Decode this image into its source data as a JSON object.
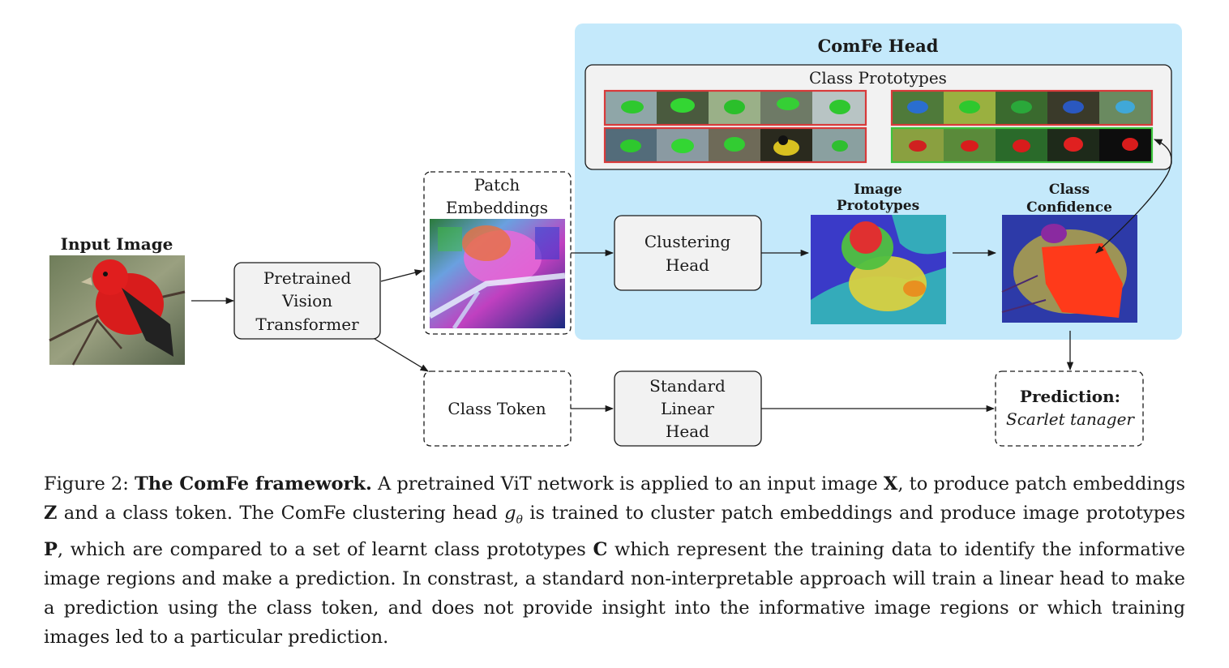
{
  "diagram": {
    "input_image_label": "Input Image",
    "vit_lines": [
      "Pretrained",
      "Vision",
      "Transformer"
    ],
    "patch_embeddings_lines": [
      "Patch",
      "Embeddings"
    ],
    "class_token_label": "Class Token",
    "clustering_head_lines": [
      "Clustering",
      "Head"
    ],
    "standard_head_lines": [
      "Standard",
      "Linear",
      "Head"
    ],
    "comfe_head_title": "ComFe Head",
    "class_prototypes_label": "Class Prototypes",
    "image_prototypes_lines": [
      "Image",
      "Prototypes"
    ],
    "class_confidence_lines": [
      "Class",
      "Confidence"
    ],
    "prediction_label": "Prediction:",
    "prediction_value": "Scarlet tanager",
    "colors": {
      "comfe_panel": "#c4e9fb",
      "box_fill": "#f2f2f2",
      "prototype_red_border": "#d83a3a",
      "prototype_green_border": "#3cc43c",
      "bird_red": "#d81c1c"
    }
  },
  "caption": {
    "figure_label": "Figure 2:",
    "title": "The ComFe framework.",
    "s1": "A pretrained ViT network is applied to an input image",
    "X": "X",
    "s2": ", to produce patch embeddings",
    "Z": "Z",
    "s3": "and a class token. The ComFe clustering head",
    "g": "g",
    "theta": "θ",
    "s4": "is trained to cluster patch embeddings and produce image prototypes",
    "P": "P",
    "s5": ", which are compared to a set of learnt class prototypes",
    "C": "C",
    "s6": "which represent the training data to identify the informative image regions and make a prediction. In constrast, a standard non-interpretable approach will train a linear head to make a prediction using the class token, and does not provide insight into the informative image regions or which training images led to a particular prediction."
  }
}
